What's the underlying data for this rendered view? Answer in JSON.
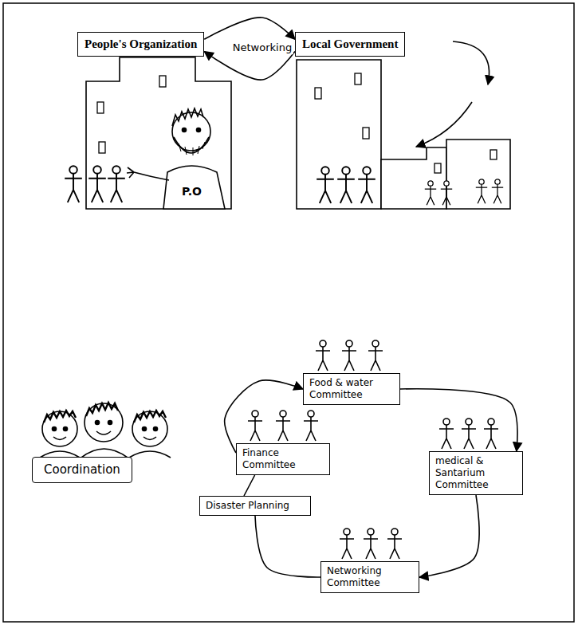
{
  "diagram": {
    "nodes": [
      {
        "text": [
          "People's Organization"
        ]
      },
      {
        "text": [
          "Local Government"
        ]
      },
      {
        "text": [
          "Food & water Committee"
        ]
      },
      {
        "text": [
          "Coordination"
        ]
      },
      {
        "text": [
          "Finance Committee"
        ]
      },
      {
        "text": [
          "medical & Santarium Committee"
        ]
      },
      {
        "text": [
          "Disaster Planning"
        ]
      },
      {
        "text": [
          "Networking Committee"
        ]
      }
    ],
    "edges": [
      {
        "from": 0,
        "to": 1,
        "arrow": "to",
        "label": "Networking"
      },
      {
        "from": 1,
        "to": 0,
        "arrow": "to"
      },
      {
        "from": 2,
        "to": 5,
        "arrow": "to"
      },
      {
        "from": 5,
        "to": 7,
        "arrow": "to"
      },
      {
        "from": 7,
        "to": 6,
        "arrow": "none"
      },
      {
        "from": 6,
        "to": 4,
        "arrow": "none"
      },
      {
        "from": 4,
        "to": 2,
        "arrow": "to"
      }
    ],
    "labels": [
      "P.O"
    ]
  }
}
